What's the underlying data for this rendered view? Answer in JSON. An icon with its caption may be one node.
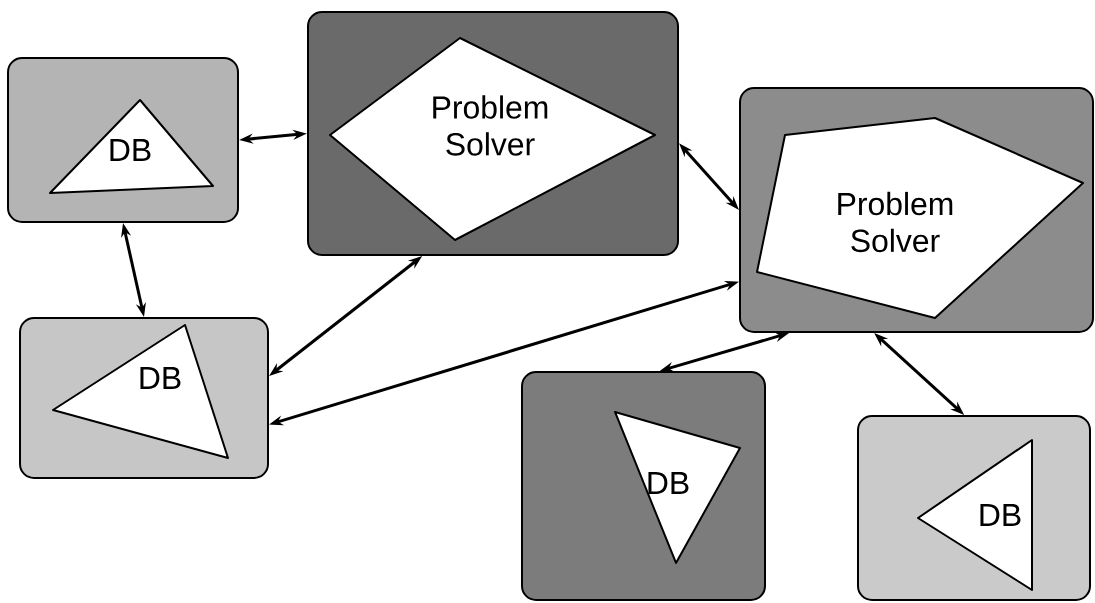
{
  "diagram": {
    "nodes": [
      {
        "text": [],
        "shape": "box"
      },
      {
        "text": [
          "DB"
        ],
        "in": 0
      },
      {
        "text": [],
        "shape": "box"
      },
      {
        "text": [
          "Problem Solver"
        ],
        "in": 2
      },
      {
        "text": [],
        "shape": "box"
      },
      {
        "text": [
          "Problem Solver"
        ],
        "in": 4
      },
      {
        "text": [],
        "shape": "box"
      },
      {
        "text": [
          "DB"
        ],
        "in": 6
      },
      {
        "text": [],
        "shape": "box"
      },
      {
        "text": [
          "DB"
        ],
        "in": 8
      },
      {
        "text": [],
        "shape": "box"
      },
      {
        "text": [
          "DB"
        ],
        "in": 10
      }
    ],
    "edges": [
      {
        "from": 0,
        "to": 2,
        "arrow": "both"
      },
      {
        "from": 0,
        "to": 6,
        "arrow": "both"
      },
      {
        "from": 2,
        "to": 4,
        "arrow": "both"
      },
      {
        "from": 6,
        "to": 2,
        "arrow": "both"
      },
      {
        "from": 6,
        "to": 4,
        "arrow": "both"
      },
      {
        "from": 4,
        "to": 8,
        "arrow": "both"
      },
      {
        "from": 4,
        "to": 10,
        "arrow": "both"
      }
    ]
  }
}
